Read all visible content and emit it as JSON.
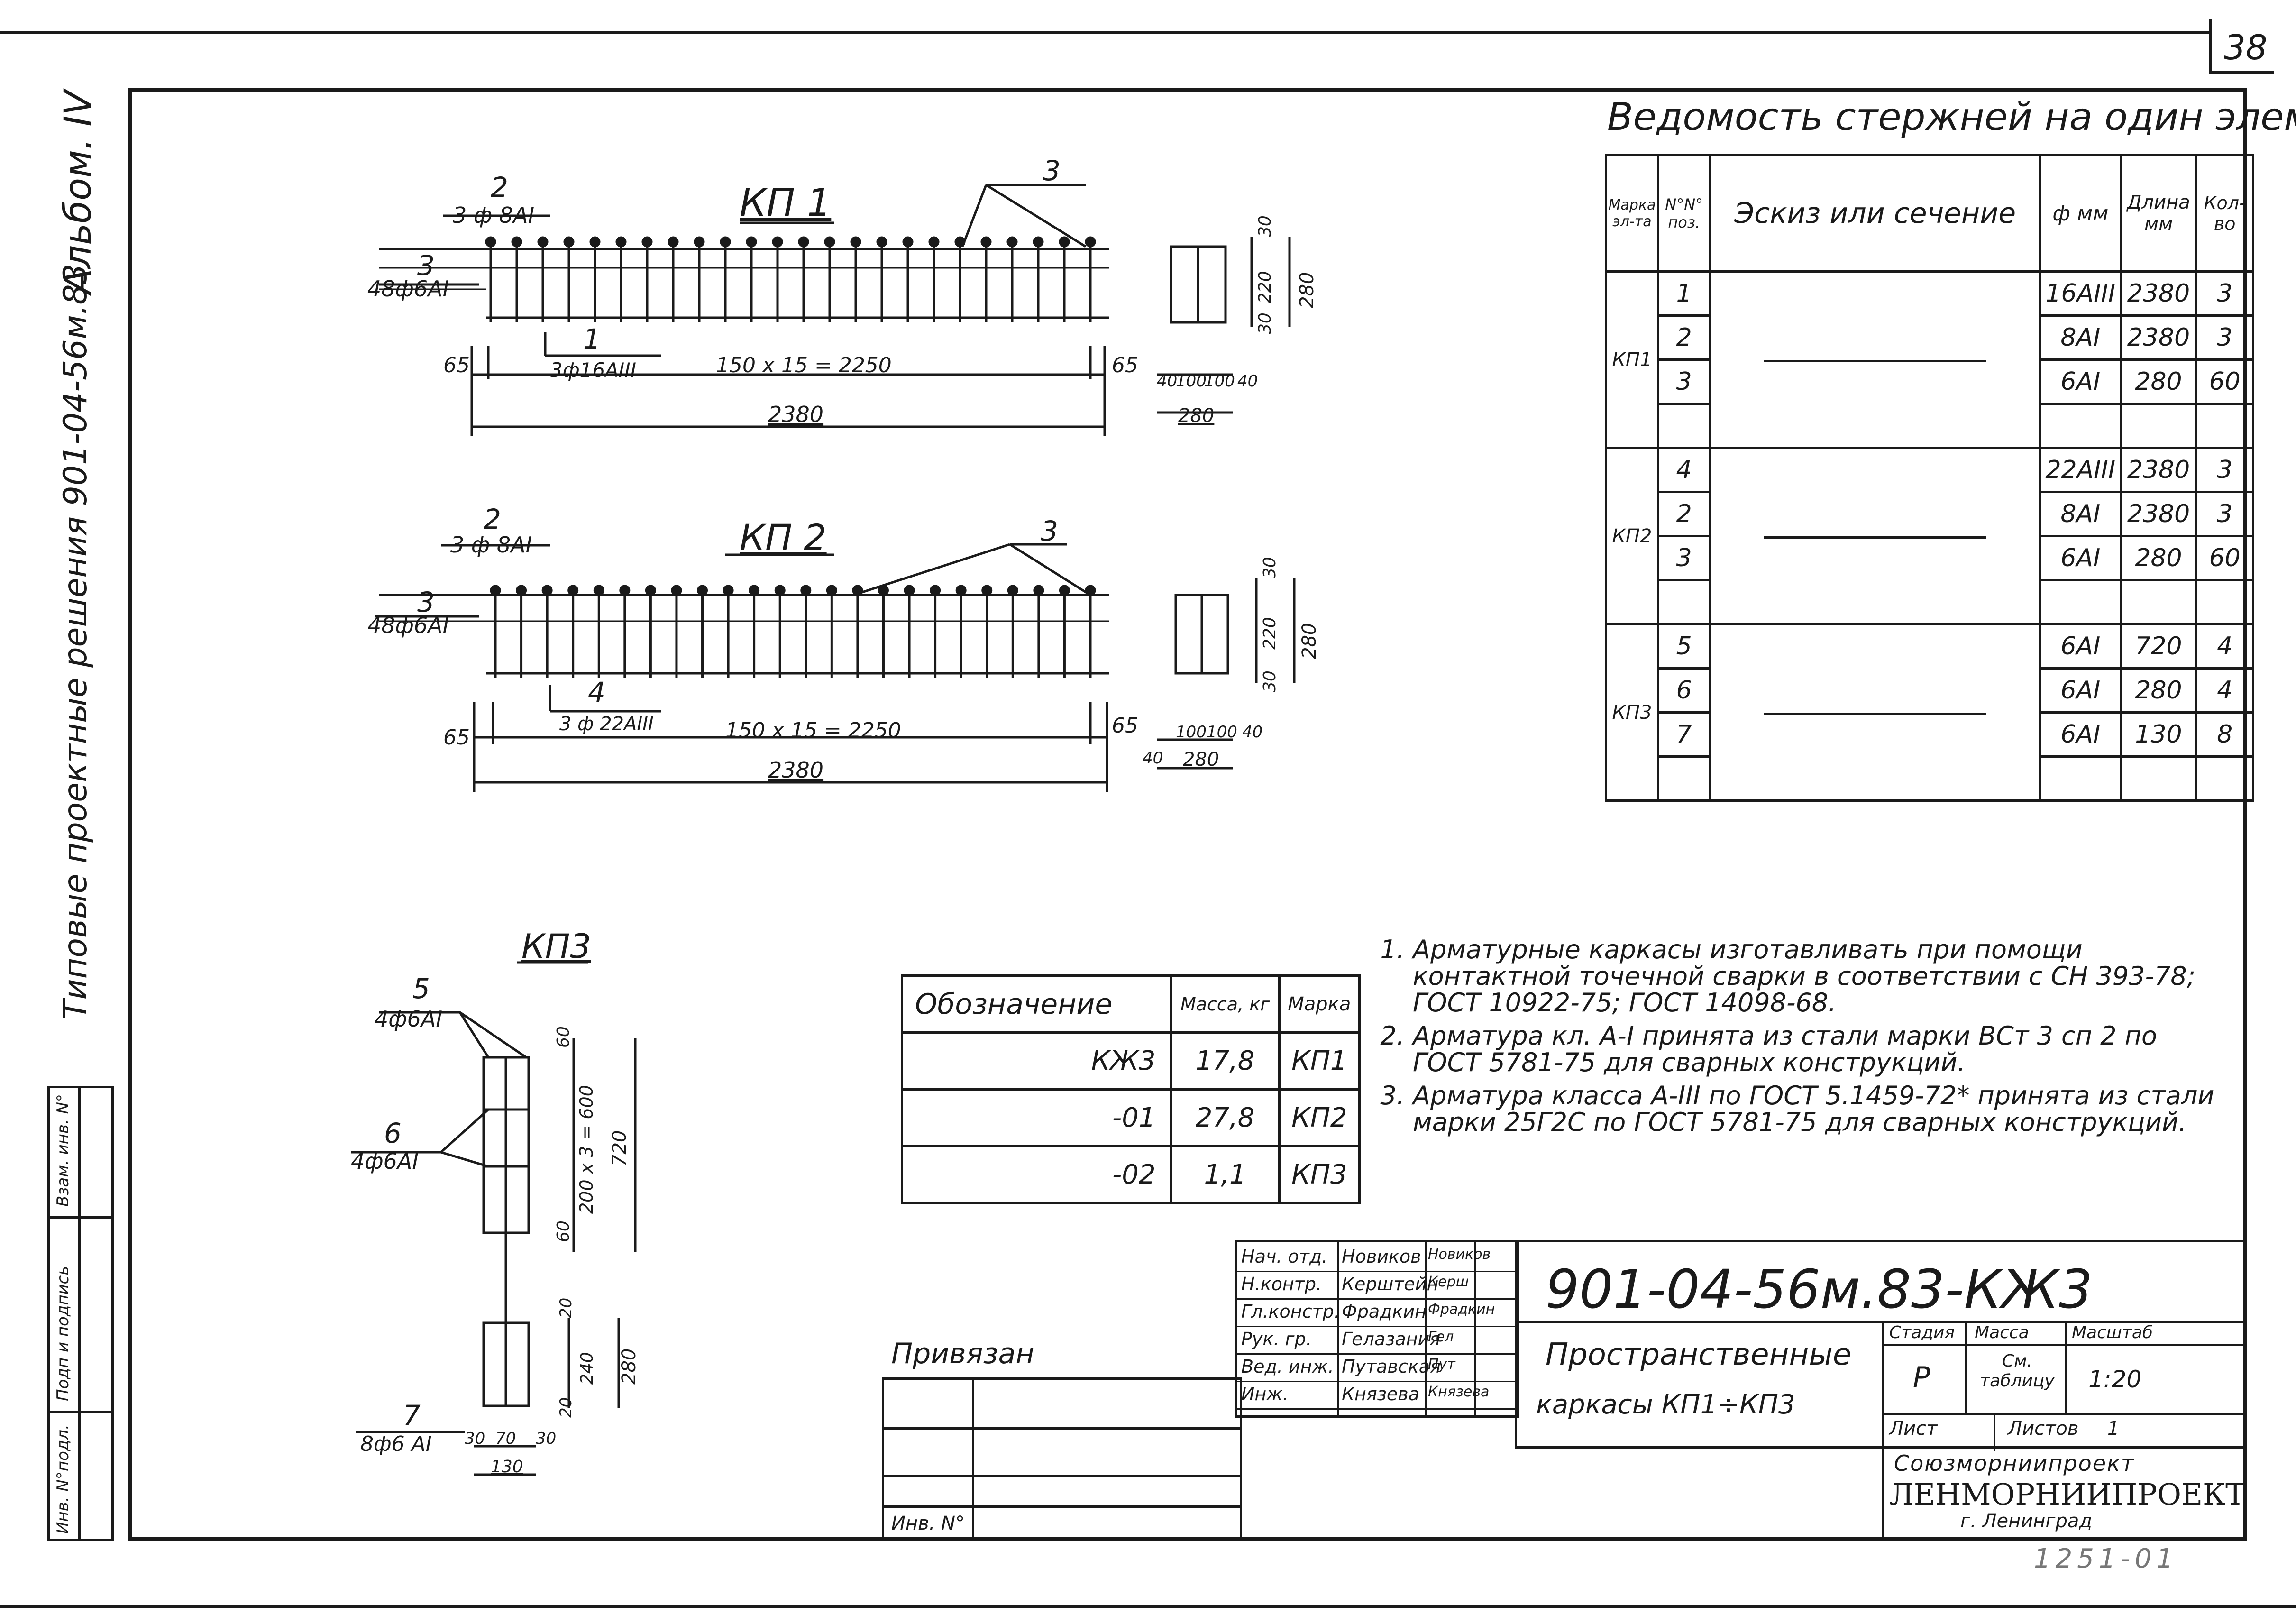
{
  "sheet_number": "38",
  "side_stamp": {
    "album": "Альбом. IV",
    "series": "Типовые проектные решения 901-04-56м.83"
  },
  "side_grid": {
    "inv_label": "Инв. N°подл.",
    "date_label": "Подп и подпись",
    "vzam_label": "Взам. инв. N°"
  },
  "rods_table": {
    "title": "Ведомость стержней на один элемент",
    "headers": {
      "mark": "Марка эл-та",
      "pos": "N°N° поз.",
      "sketch": "Эскиз или сечение",
      "dia": "ф мм",
      "length": "Длина мм",
      "qty": "Кол-во"
    },
    "groups": [
      {
        "mark": "КП1",
        "rows": [
          {
            "pos": "1",
            "dia": "16АIII",
            "length": "2380",
            "qty": "3"
          },
          {
            "pos": "2",
            "dia": "8АI",
            "length": "2380",
            "qty": "3"
          },
          {
            "pos": "3",
            "dia": "6АI",
            "length": "280",
            "qty": "60"
          }
        ]
      },
      {
        "mark": "КП2",
        "rows": [
          {
            "pos": "4",
            "dia": "22АIII",
            "length": "2380",
            "qty": "3"
          },
          {
            "pos": "2",
            "dia": "8АI",
            "length": "2380",
            "qty": "3"
          },
          {
            "pos": "3",
            "dia": "6АI",
            "length": "280",
            "qty": "60"
          }
        ]
      },
      {
        "mark": "КП3",
        "rows": [
          {
            "pos": "5",
            "dia": "6АI",
            "length": "720",
            "qty": "4"
          },
          {
            "pos": "6",
            "dia": "6АI",
            "length": "280",
            "qty": "4"
          },
          {
            "pos": "7",
            "dia": "6АI",
            "length": "130",
            "qty": "8"
          }
        ]
      }
    ]
  },
  "drawings": {
    "kp1": {
      "title": "КП 1",
      "callout_2": "2",
      "callout_2_spec": "3 ф 8АI",
      "callout_3": "3",
      "callout_3_spec": "48ф6АI",
      "callout_1": "1",
      "callout_1_spec": "3ф16АIII",
      "callout_top": "3",
      "dim_left": "65",
      "dim_mid": "150 x 15 = 2250",
      "dim_right": "65",
      "dim_total": "2380",
      "sec_top": "30",
      "sec_mid": "220",
      "sec_bot": "30",
      "sec_h": "280",
      "sec_w1": "40",
      "sec_w2": "100",
      "sec_w3": "100",
      "sec_w4": "40",
      "sec_total": "280"
    },
    "kp2": {
      "title": "КП 2",
      "callout_2": "2",
      "callout_2_spec": "3 ф 8АI",
      "callout_3": "3",
      "callout_3_spec": "48ф6АI",
      "callout_4": "4",
      "callout_4_spec": "3 ф 22АIII",
      "callout_top": "3",
      "dim_left": "65",
      "dim_mid": "150 x 15 = 2250",
      "dim_right": "65",
      "dim_total": "2380",
      "sec_top": "30",
      "sec_mid": "220",
      "sec_bot": "30",
      "sec_h": "280",
      "sec_w1": "40",
      "sec_w2": "100",
      "sec_w3": "100",
      "sec_w4": "40",
      "sec_total": "280"
    },
    "kp3": {
      "title": "КП3",
      "callout_5": "5",
      "callout_5_spec": "4ф6АI",
      "callout_6": "6",
      "callout_6_spec": "4ф6АI",
      "callout_7": "7",
      "callout_7_spec": "8ф6 АI",
      "dim_top": "60",
      "dim_mid": "200 x 3 = 600",
      "dim_bot": "60",
      "dim_total": "720",
      "sec_top": "20",
      "sec_mid": "240",
      "sec_bot": "20",
      "sec_h": "280",
      "w1": "30",
      "w2": "70",
      "w3": "30",
      "w_total": "130"
    }
  },
  "mass_table": {
    "headers": {
      "designation": "Обозначение",
      "mass": "Масса, кг",
      "mark": "Марка"
    },
    "rows": [
      {
        "designation": "КЖ3",
        "mass": "17,8",
        "mark": "КП1"
      },
      {
        "designation": "-01",
        "mass": "27,8",
        "mark": "КП2"
      },
      {
        "designation": "-02",
        "mass": "1,1",
        "mark": "КП3"
      }
    ]
  },
  "notes": [
    "Арматурные каркасы изготавливать при помощи контактной точечной сварки в соответствии с СН 393-78; ГОСТ 10922-75; ГОСТ 14098-68.",
    "Арматура кл. А-I принята из стали марки ВСт 3 сп 2 по ГОСТ 5781-75 для сварных конструкций.",
    "Арматура класса А-III по ГОСТ 5.1459-72* принята из стали марки 25Г2С по ГОСТ 5781-75 для сварных конструкций."
  ],
  "title_block": {
    "doc_code": "901-04-56м.83-КЖ3",
    "doc_name_line1": "Пространственные",
    "doc_name_line2": "каркасы КП1÷КП3",
    "privyazan": "Привязан",
    "inv": "Инв. N°",
    "roles": [
      {
        "role": "Нач. отд.",
        "name": "Новиков",
        "sign": "Новиков"
      },
      {
        "role": "Н.контр.",
        "name": "Керштейн",
        "sign": "Керш"
      },
      {
        "role": "Гл.констр.",
        "name": "Фрадкин",
        "sign": "Фрадкин"
      },
      {
        "role": "Рук. гр.",
        "name": "Гелазания",
        "sign": "Гел"
      },
      {
        "role": "Вед. инж.",
        "name": "Путавская",
        "sign": "Пут"
      },
      {
        "role": "Инж.",
        "name": "Князева",
        "sign": "Князева"
      }
    ],
    "stage_label": "Стадия",
    "mass_label": "Масса",
    "scale_label": "Масштаб",
    "stage": "Р",
    "mass": "См. таблицу",
    "scale": "1:20",
    "sheet_label": "Лист",
    "sheets_label": "Листов",
    "sheets": "1",
    "org1": "Союзморниипроект",
    "org2": "ЛЕНМОРНИИПРОЕКТ",
    "city": "г. Ленинград",
    "archive_no": "1251-01"
  }
}
